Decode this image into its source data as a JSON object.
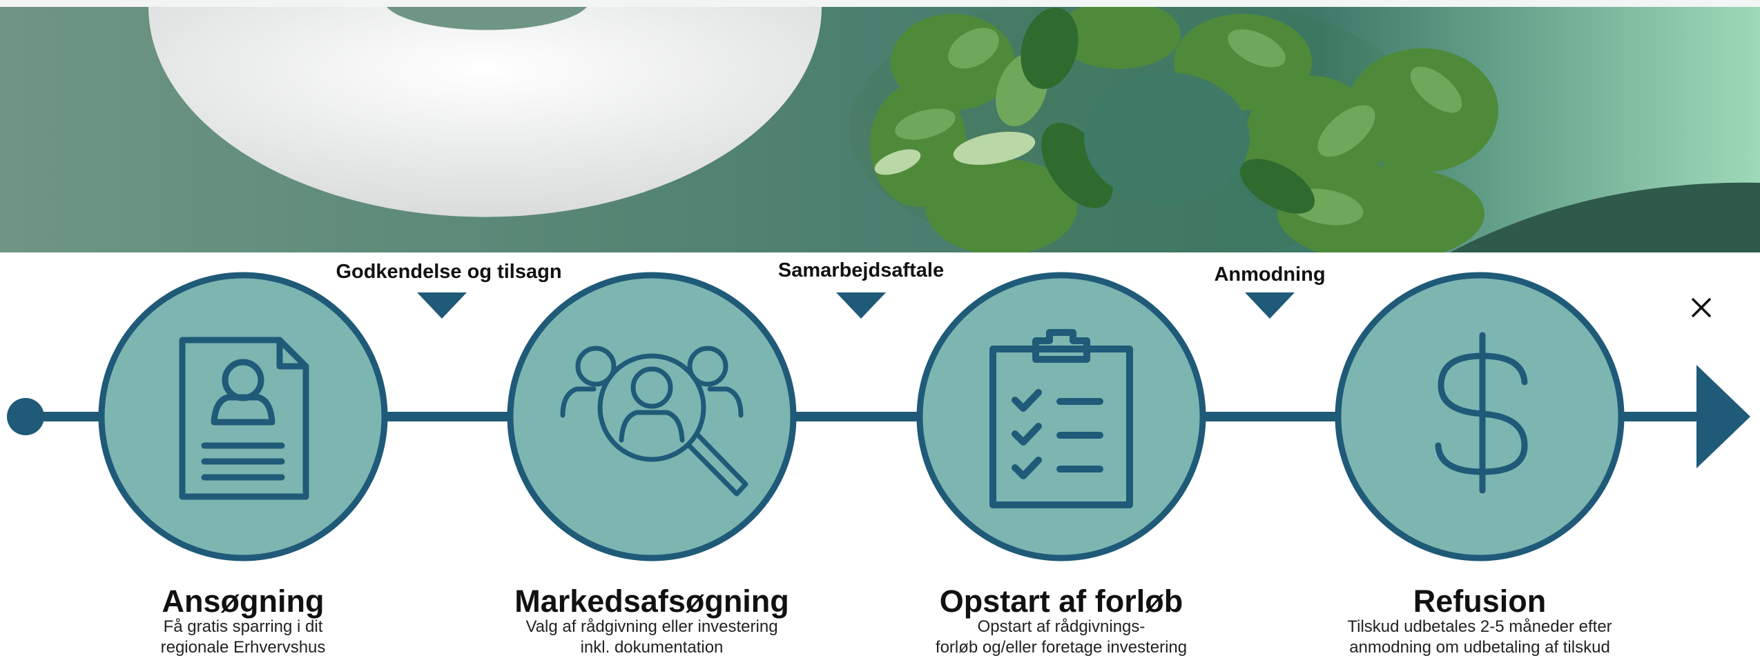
{
  "colors": {
    "navy": "#1f5a78",
    "circle_fill": "#7db5b1",
    "banner_green": "#5e8f7d",
    "banner_light": "#9ed3b8"
  },
  "close_icon": "close-icon",
  "milestones": [
    {
      "label": "Godkendelse og tilsagn"
    },
    {
      "label": "Samarbejdsaftale"
    },
    {
      "label": "Anmodning"
    }
  ],
  "steps": [
    {
      "title": "Ansøgning",
      "icon": "document-person-icon",
      "desc": [
        "Få gratis sparring i dit",
        "regionale Erhvervshus"
      ]
    },
    {
      "title": "Markedsafsøgning",
      "icon": "people-search-icon",
      "desc": [
        "Valg af rådgivning eller investering",
        "inkl. dokumentation"
      ]
    },
    {
      "title": "Opstart af forløb",
      "icon": "clipboard-checklist-icon",
      "desc": [
        "Opstart af rådgivnings-",
        "forløb og/eller foretage investering"
      ]
    },
    {
      "title": "Refusion",
      "icon": "dollar-icon",
      "desc": [
        "Tilskud udbetales 2-5 måneder efter",
        "anmodning om udbetaling af tilskud"
      ]
    }
  ]
}
